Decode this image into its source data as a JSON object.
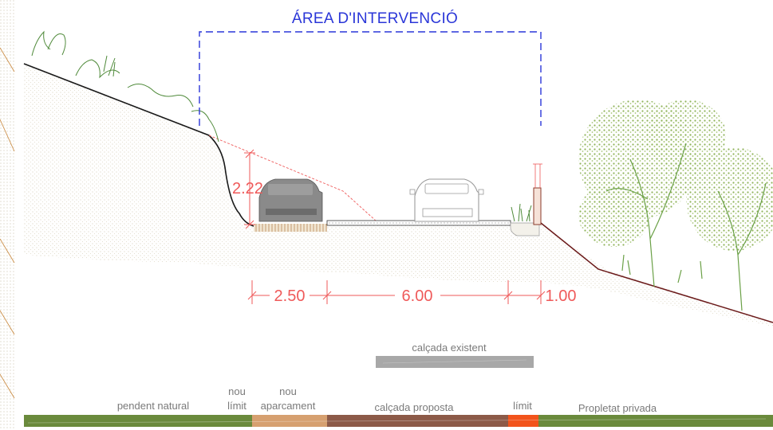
{
  "title": "ÁREA D'INTERVENCIÓ",
  "dimensions": {
    "height": "2.22",
    "parking_width": "2.50",
    "road_width": "6.00",
    "limit_width": "1.00"
  },
  "existing_road_label": "calçada existent",
  "legend": {
    "natural_slope": "pendent natural",
    "new_limit_top": "nou",
    "new_limit_bottom": "límit",
    "new_parking_top": "nou",
    "new_parking_bottom": "aparcament",
    "proposed_road": "calçada proposta",
    "limit": "límit",
    "private_property": "Propletat privada"
  },
  "colors": {
    "natural_slope": "#6a8a3c",
    "new_parking": "#d6a070",
    "proposed_road": "#8c5a48",
    "limit": "#f2541c",
    "private_property": "#6a8a3c",
    "dimension": "#ef5a5a",
    "title": "#2a36d8",
    "existing_road": "#a8a8a8"
  }
}
